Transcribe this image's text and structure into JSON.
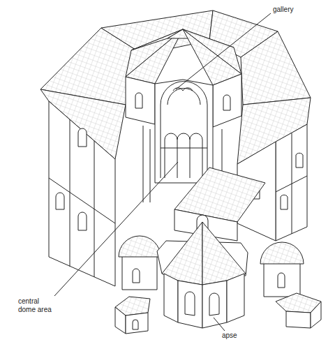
{
  "diagram": {
    "labels": [
      "gallery",
      "central dome area",
      "apse"
    ]
  }
}
